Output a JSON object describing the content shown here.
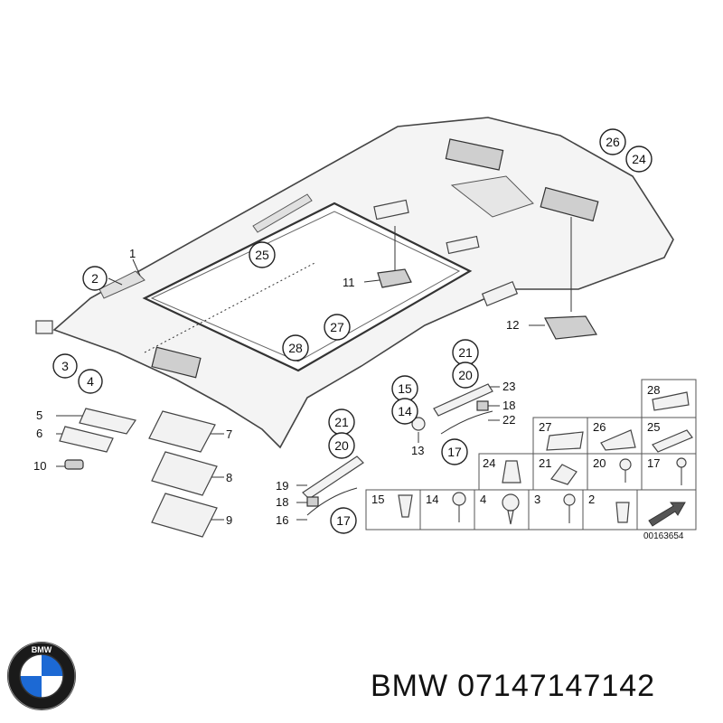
{
  "drawing_code": "00163654",
  "brand": "BMW",
  "part_number": "07147147142",
  "logo_text": "BMW",
  "circled_callouts": [
    "2",
    "3",
    "4",
    "25",
    "27",
    "28",
    "26",
    "24",
    "21",
    "20",
    "15",
    "14",
    "17",
    "21",
    "20",
    "17"
  ],
  "plain_callouts": [
    "1",
    "5",
    "6",
    "10",
    "7",
    "8",
    "9",
    "11",
    "12",
    "13",
    "19",
    "18",
    "16",
    "23",
    "18",
    "22"
  ],
  "grid_row1": [
    "28",
    "27",
    "26",
    "25"
  ],
  "grid_row2": [
    "24",
    "21",
    "20",
    "17"
  ],
  "grid_row3": [
    "15",
    "14",
    "4",
    "3",
    "2"
  ]
}
